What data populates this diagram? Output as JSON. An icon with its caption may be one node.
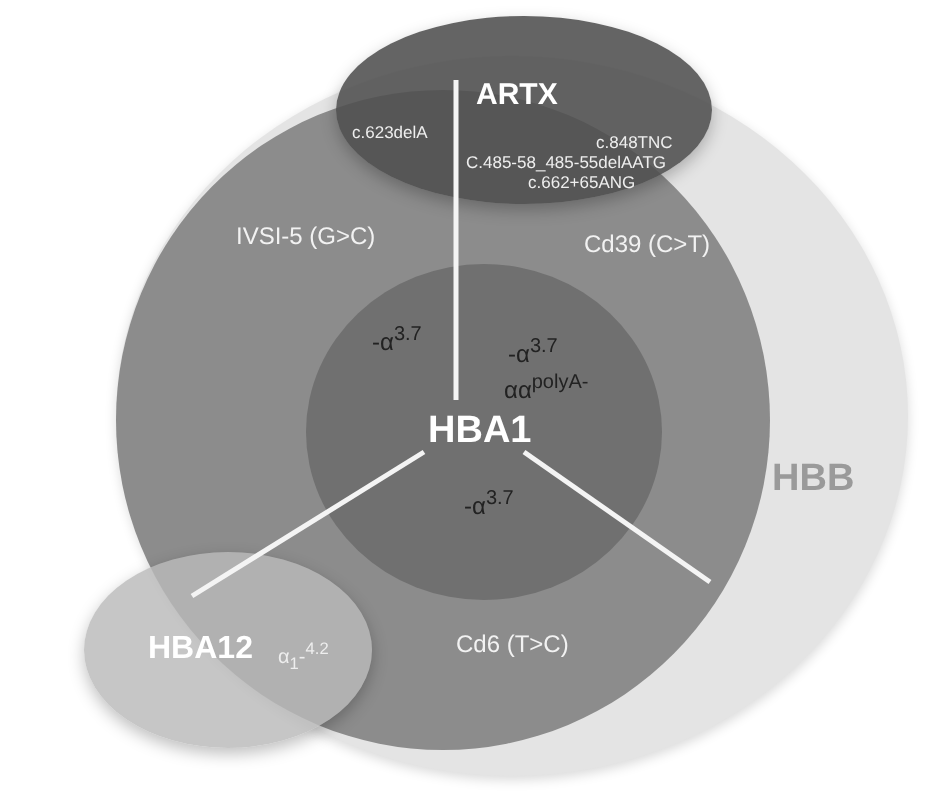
{
  "diagram": {
    "nodes": [
      {
        "text": [
          "HBB"
        ]
      },
      {
        "text": [
          "IVSI-5 (G>C)",
          "Cd39 (C>T)",
          "Cd6 (T>C)"
        ],
        "in": 0
      },
      {
        "text": [
          "HBA1",
          "-α$^{3.7}$",
          "-α$^{3.7}$",
          "αα$^{polyA-}$",
          "-α$^{3.7}$"
        ],
        "in": 1
      },
      {
        "text": [
          "ARTX",
          "c.623delA",
          "c.848TNC",
          "C.485-58_485-55delAATG",
          "c.662+65ANG"
        ]
      },
      {
        "text": [
          "HBA12",
          "α$_{1}$-$^{4.2}$"
        ]
      }
    ]
  }
}
